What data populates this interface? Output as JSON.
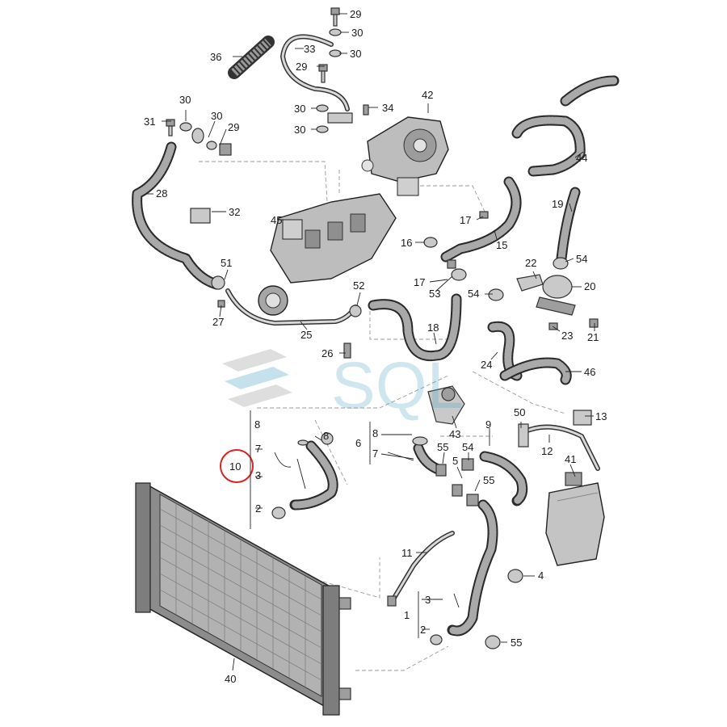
{
  "callouts": {
    "c29a": "29",
    "c30a": "30",
    "c30b": "30",
    "c33": "33",
    "c36": "36",
    "c29b": "29",
    "c30c": "30",
    "c34": "34",
    "c30d": "30",
    "c42": "42",
    "c31": "31",
    "c30e": "30",
    "c30f": "30",
    "c29c": "29",
    "c44": "44",
    "c28": "28",
    "c32": "32",
    "c45": "45",
    "c17a": "17",
    "c15": "15",
    "c19": "19",
    "c16": "16",
    "c54a": "54",
    "c51": "51",
    "c22": "22",
    "c17b": "17",
    "c53": "53",
    "c54b": "54",
    "c20": "20",
    "c52": "52",
    "c27": "27",
    "c25": "25",
    "c18": "18",
    "c23": "23",
    "c21": "21",
    "c26": "26",
    "c24": "24",
    "c46": "46",
    "c43": "43",
    "c50": "50",
    "c13": "13",
    "c8a": "8",
    "c8b": "8",
    "c8c": "8",
    "c7a": "7",
    "c7b": "7",
    "c6": "6",
    "c55a": "55",
    "c54c": "54",
    "c9": "9",
    "c10": "10",
    "c3a": "3",
    "c5": "5",
    "c55b": "55",
    "c12": "12",
    "c41": "41",
    "c2": "2",
    "c11": "11",
    "c4": "4",
    "c3b": "3",
    "c1": "1",
    "c2b": "2",
    "c55c": "55",
    "c40": "40"
  },
  "watermark": "SQL",
  "colors": {
    "highlight": "#e0201e",
    "watermark": "#5aa8c6"
  }
}
